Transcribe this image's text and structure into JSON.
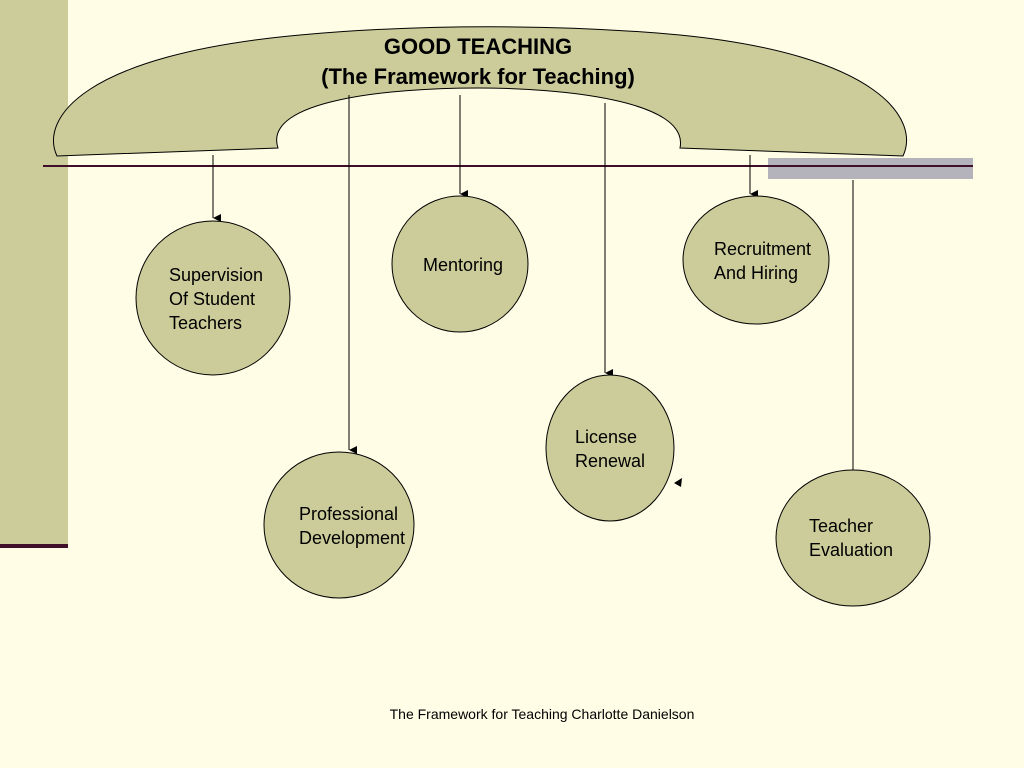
{
  "title": {
    "line1": "GOOD TEACHING",
    "line2": "(The Framework for Teaching)"
  },
  "nodes": {
    "supervision": "Supervision\nOf Student\nTeachers",
    "mentoring": "Mentoring",
    "recruitment": "Recruitment\nAnd Hiring",
    "professional_development": "Professional\nDevelopment",
    "license_renewal": "License\nRenewal",
    "teacher_evaluation": "Teacher\nEvaluation"
  },
  "footer": "The Framework for Teaching Charlotte Danielson",
  "colors": {
    "background": "#fffde6",
    "shape_fill": "#cccc9b",
    "rule": "#3f0f2a",
    "accent": "#b4b2bb"
  }
}
